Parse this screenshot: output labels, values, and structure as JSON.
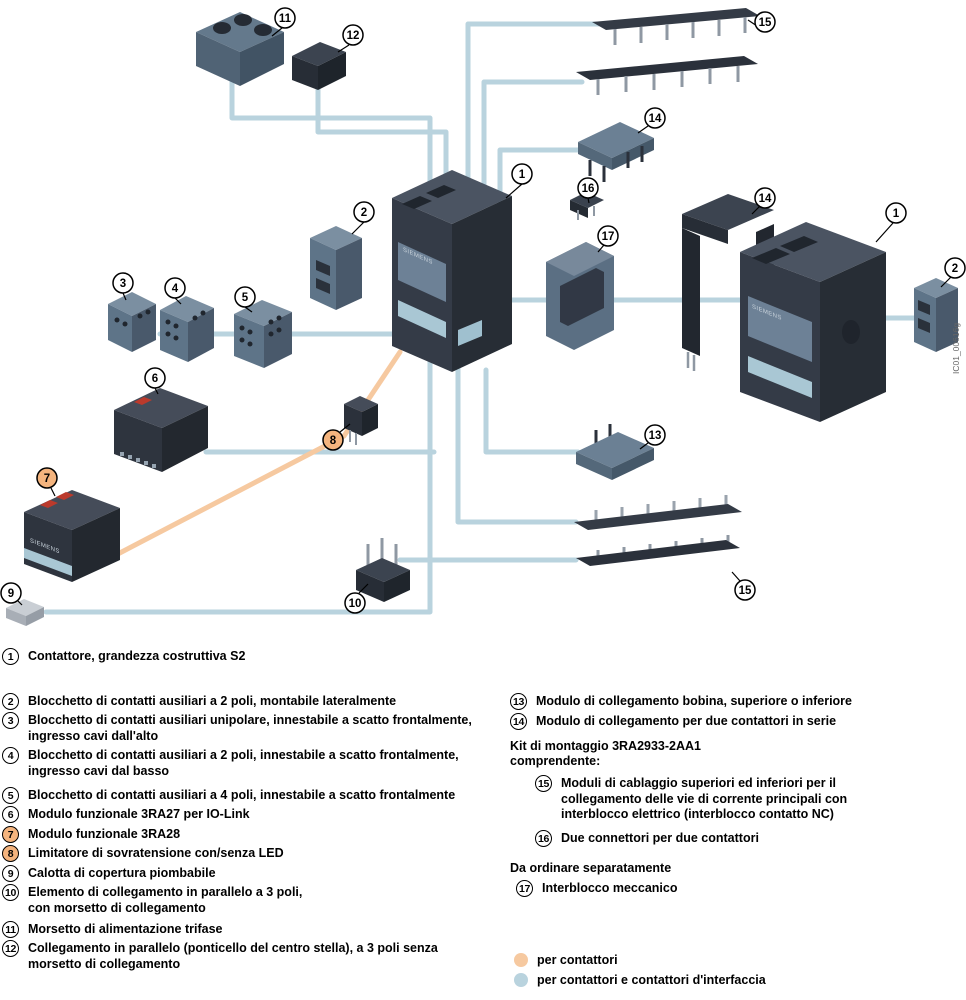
{
  "brand": "SIEMENS",
  "figure_code": "IC01_00616g",
  "colors": {
    "line_blue": "#b9d3de",
    "line_peach": "#f6c9a0",
    "callout_accent": "#f4b47e",
    "component_dark": "#2e343e",
    "component_bluegray": "#5e7488"
  },
  "diagram": {
    "callouts": [
      {
        "n": "1"
      },
      {
        "n": "1"
      },
      {
        "n": "2"
      },
      {
        "n": "2"
      },
      {
        "n": "3"
      },
      {
        "n": "4"
      },
      {
        "n": "5"
      },
      {
        "n": "6"
      },
      {
        "n": "7",
        "accent": true
      },
      {
        "n": "8",
        "accent": true
      },
      {
        "n": "9"
      },
      {
        "n": "10"
      },
      {
        "n": "11"
      },
      {
        "n": "12"
      },
      {
        "n": "13"
      },
      {
        "n": "14"
      },
      {
        "n": "14"
      },
      {
        "n": "15"
      },
      {
        "n": "15"
      },
      {
        "n": "16"
      },
      {
        "n": "17"
      }
    ]
  },
  "legend": {
    "items": [
      {
        "n": "1",
        "text": "Contattore, grandezza costruttiva S2"
      },
      {
        "n": "2",
        "text": "Blocchetto di contatti ausiliari a 2 poli, montabile lateralmente"
      },
      {
        "n": "3",
        "text": "Blocchetto di contatti ausiliari unipolare, innestabile a scatto frontalmente,\ningresso cavi dall'alto"
      },
      {
        "n": "4",
        "text": "Blocchetto di contatti ausiliari a 2 poli, innestabile a scatto frontalmente,\ningresso cavi dal basso"
      },
      {
        "n": "5",
        "text": "Blocchetto di contatti ausiliari a 4 poli, innestabile a scatto frontalmente"
      },
      {
        "n": "6",
        "text": "Modulo funzionale 3RA27 per IO-Link"
      },
      {
        "n": "7",
        "text": "Modulo funzionale 3RA28",
        "accent": true
      },
      {
        "n": "8",
        "text": "Limitatore di sovratensione con/senza LED",
        "accent": true
      },
      {
        "n": "9",
        "text": "Calotta di copertura piombabile"
      },
      {
        "n": "10",
        "text": "Elemento di collegamento in parallelo a 3 poli,\ncon morsetto di collegamento"
      },
      {
        "n": "11",
        "text": "Morsetto di alimentazione trifase"
      },
      {
        "n": "12",
        "text": "Collegamento in parallelo (ponticello del centro stella), a 3 poli senza\nmorsetto di collegamento"
      },
      {
        "n": "13",
        "text": "Modulo di collegamento bobina, superiore o inferiore"
      },
      {
        "n": "14",
        "text": "Modulo di collegamento per due contattori in serie"
      },
      {
        "n": "15",
        "text": "Moduli di cablaggio superiori ed inferiori per il\ncollegamento delle vie di corrente principali con\ninterblocco elettrico (interblocco contatto NC)"
      },
      {
        "n": "16",
        "text": "Due connettori per due contattori"
      },
      {
        "n": "17",
        "text": "Interblocco meccanico"
      }
    ],
    "kit_title": "Kit di montaggio 3RA2933-2AA1",
    "kit_subtitle": "comprendente:",
    "separate_title": "Da ordinare separatamente",
    "key": [
      {
        "label": "per contattori",
        "color": "#f6c9a0"
      },
      {
        "label": "per contattori e contattori d'interfaccia",
        "color": "#b9d3de"
      }
    ]
  }
}
